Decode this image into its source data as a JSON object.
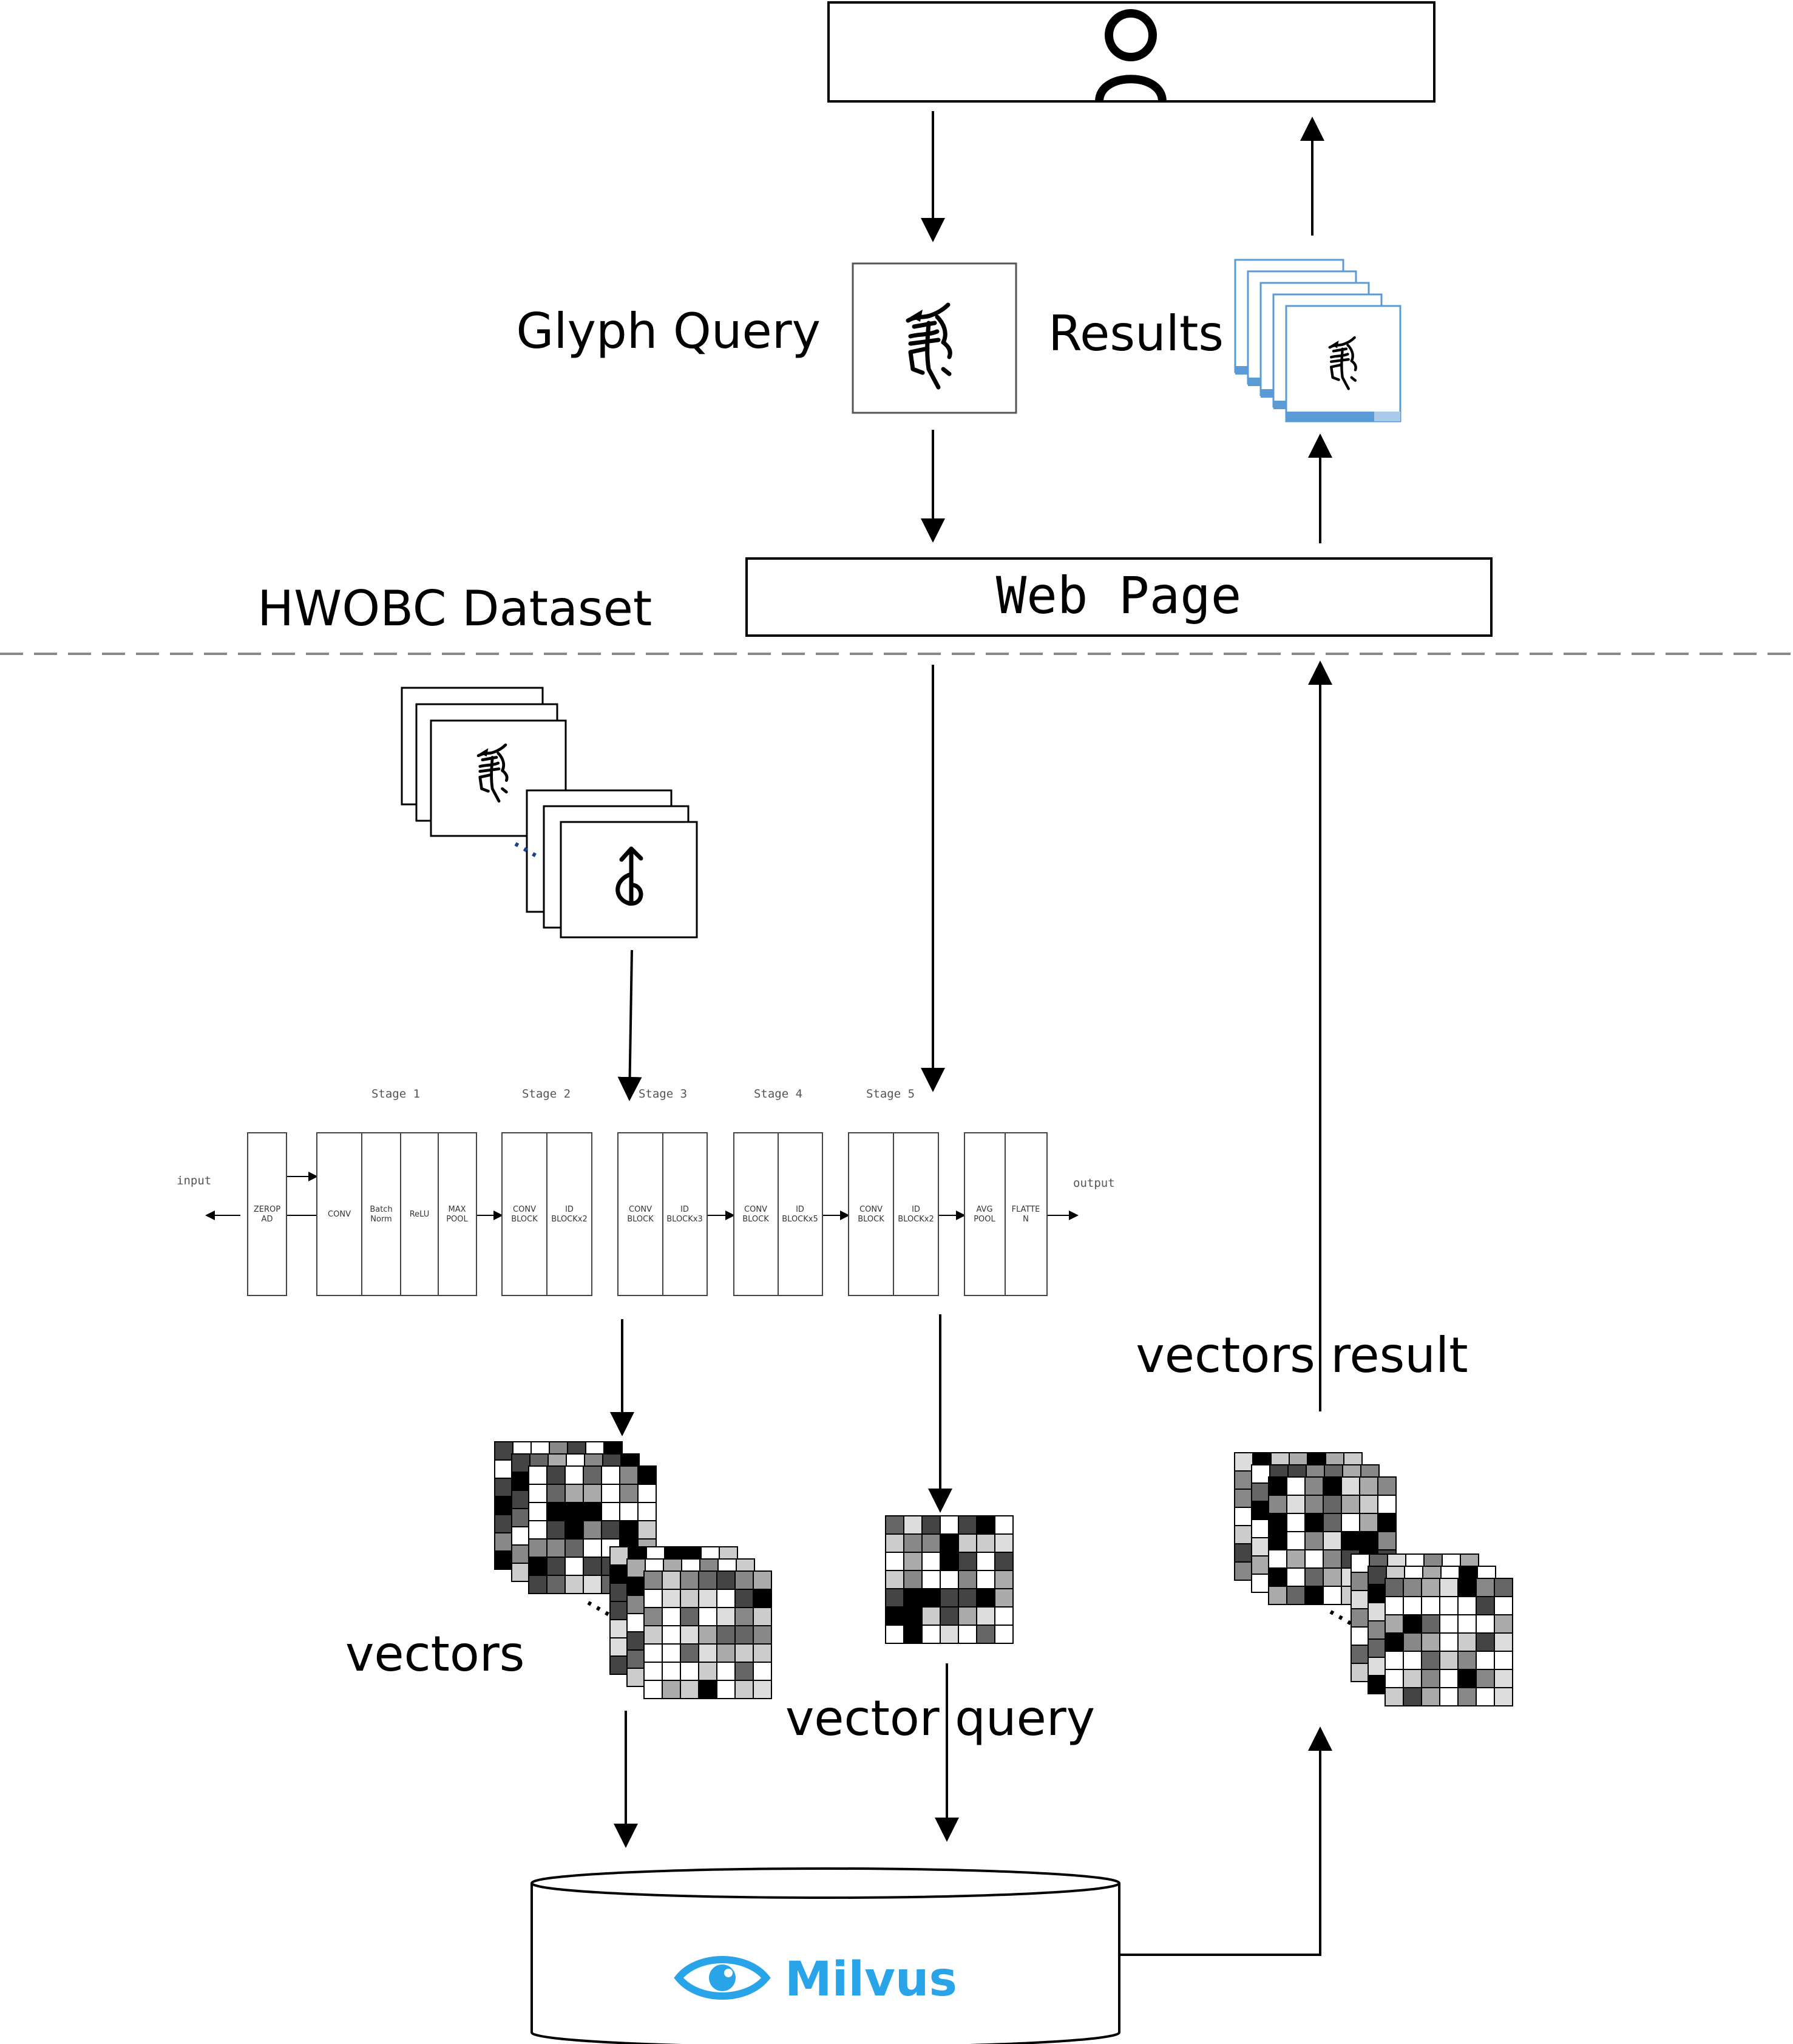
{
  "labels": {
    "glyph_query": "Glyph Query",
    "results": "Results",
    "hwobc_dataset": "HWOBC Dataset",
    "web_page": "Web Page",
    "vectors": "vectors",
    "vector_query": "vector query",
    "vectors_result": "vectors result",
    "milvus": "Milvus",
    "ellipsis": "...",
    "input": "input",
    "output": "output"
  },
  "network": {
    "stages": [
      "Stage 1",
      "Stage 2",
      "Stage 3",
      "Stage 4",
      "Stage 5"
    ],
    "blocks": {
      "zeropad": [
        "ZEROP",
        "AD"
      ],
      "conv": [
        "CONV"
      ],
      "batchnorm": [
        "Batch",
        "Norm"
      ],
      "relu": [
        "ReLU"
      ],
      "maxpool": [
        "MAX",
        "POOL"
      ],
      "s2_conv": [
        "CONV",
        "BLOCK"
      ],
      "s2_id": [
        "ID",
        "BLOCKx2"
      ],
      "s3_conv": [
        "CONV",
        "BLOCK"
      ],
      "s3_id": [
        "ID",
        "BLOCKx3"
      ],
      "s4_conv": [
        "CONV",
        "BLOCK"
      ],
      "s4_id": [
        "ID",
        "BLOCKx5"
      ],
      "s5_conv": [
        "CONV",
        "BLOCK"
      ],
      "s5_id": [
        "ID",
        "BLOCKx2"
      ],
      "avgpool": [
        "AVG",
        "POOL"
      ],
      "flatten": [
        "FLATTE",
        "N"
      ]
    }
  },
  "colors": {
    "stroke": "#000000",
    "results_accent": "#5b9bd5",
    "milvus_brand": "#2aa4e9",
    "divider": "#888888"
  },
  "icons": {
    "user": "user-icon",
    "milvus_logo": "eye-icon"
  }
}
